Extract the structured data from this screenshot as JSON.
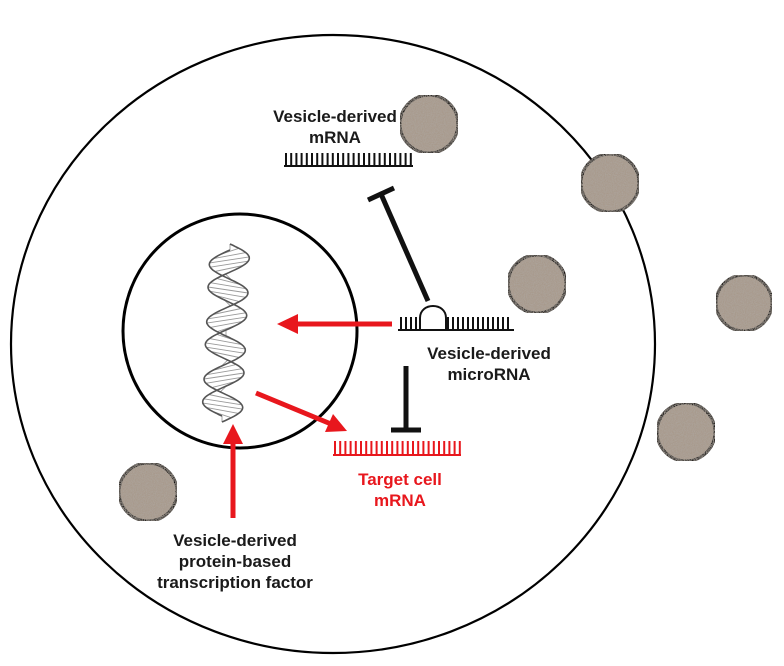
{
  "labels": {
    "mrna": [
      "Vesicle-derived",
      "mRNA"
    ],
    "microrna": [
      "Vesicle-derived",
      "microRNA"
    ],
    "target": [
      "Target cell",
      "mRNA"
    ],
    "tf": [
      "Vesicle-derived",
      "protein-based",
      "transcription factor"
    ]
  },
  "colors": {
    "activation": "#e8171d",
    "inhibition": "#111111",
    "target_text": "#e8171d",
    "vesicle_fill": "#a89a8c",
    "outline": "#000000"
  },
  "icons": {
    "vesicle": "textured-vesicle-icon",
    "dna": "dna-double-helix-icon"
  }
}
